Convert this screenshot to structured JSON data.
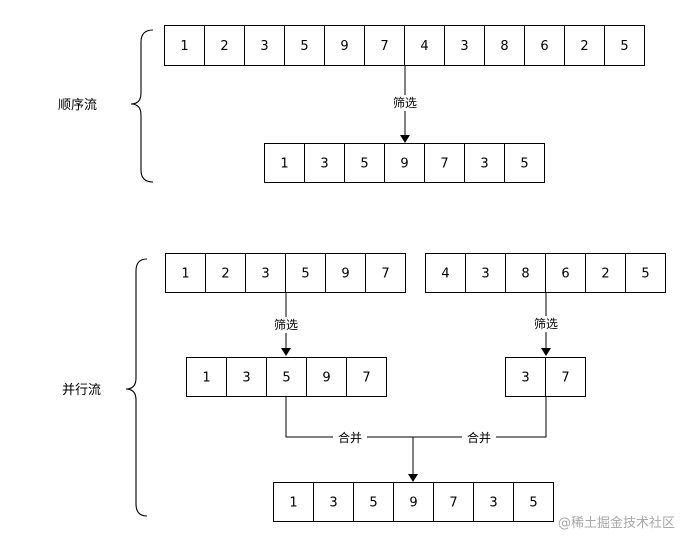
{
  "sequential": {
    "label": "顺序流",
    "source": [
      "1",
      "2",
      "3",
      "5",
      "9",
      "7",
      "4",
      "3",
      "8",
      "6",
      "2",
      "5"
    ],
    "filter_label": "筛选",
    "result": [
      "1",
      "3",
      "5",
      "9",
      "7",
      "3",
      "5"
    ]
  },
  "parallel": {
    "label": "并行流",
    "left_source": [
      "1",
      "2",
      "3",
      "5",
      "9",
      "7"
    ],
    "right_source": [
      "4",
      "3",
      "8",
      "6",
      "2",
      "5"
    ],
    "left_filter_label": "筛选",
    "right_filter_label": "筛选",
    "left_result": [
      "1",
      "3",
      "5",
      "9",
      "7"
    ],
    "right_result": [
      "3",
      "7"
    ],
    "left_merge_label": "合并",
    "right_merge_label": "合并",
    "merged": [
      "1",
      "3",
      "5",
      "9",
      "7",
      "3",
      "5"
    ]
  },
  "watermark": "@稀土掘金技术社区"
}
